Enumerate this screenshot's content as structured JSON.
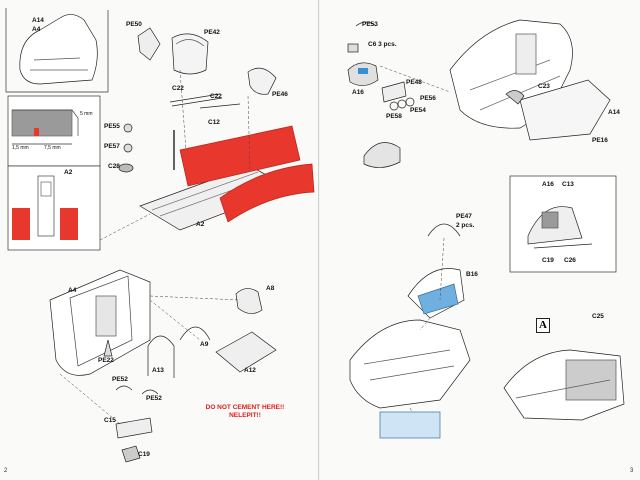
{
  "left_page": {
    "page_number": "2",
    "labels": {
      "a14": "A14",
      "a4_top": "A4",
      "pe50": "PE50",
      "pe42": "PE42",
      "pe46": "PE46",
      "c22a": "C22",
      "c22b": "C22",
      "c12": "C12",
      "pe55": "PE55",
      "pe57": "PE57",
      "c28": "C28",
      "a2_inset": "A2",
      "a2_main": "A2",
      "a4": "A4",
      "a8": "A8",
      "a9": "A9",
      "a13": "A13",
      "a12": "A12",
      "pe22": "PE22",
      "pe52a": "PE52",
      "pe52b": "PE52",
      "c15": "C15",
      "c19": "C19"
    },
    "dimensions": {
      "d1": "1,5 mm",
      "d2": "7,5 mm",
      "d3": "5 mm"
    },
    "warning_line1": "DO NOT CEMENT HERE!!",
    "warning_line2": "NELEPIT!!"
  },
  "right_page": {
    "page_number": "3",
    "labels": {
      "pe53": "PE53",
      "c6": "C6  3 pcs.",
      "a16": "A16",
      "pe48": "PE48",
      "pe56": "PE56",
      "pe54": "PE54",
      "pe58": "PE58",
      "c23": "C23",
      "a14": "A14",
      "pe16": "PE16",
      "inset_a16": "A16",
      "inset_c13": "C13",
      "inset_c19": "C19",
      "inset_c26": "C26",
      "pe47": "PE47",
      "pe47_qty": "2 pcs.",
      "b16": "B16",
      "c25": "C25"
    },
    "section_marker": "A"
  },
  "colors": {
    "paint_red": "#e8372c",
    "paint_blue": "#3a8fd0",
    "warning_red": "#e01b1b",
    "inset_grey": "#9a9a9a"
  }
}
